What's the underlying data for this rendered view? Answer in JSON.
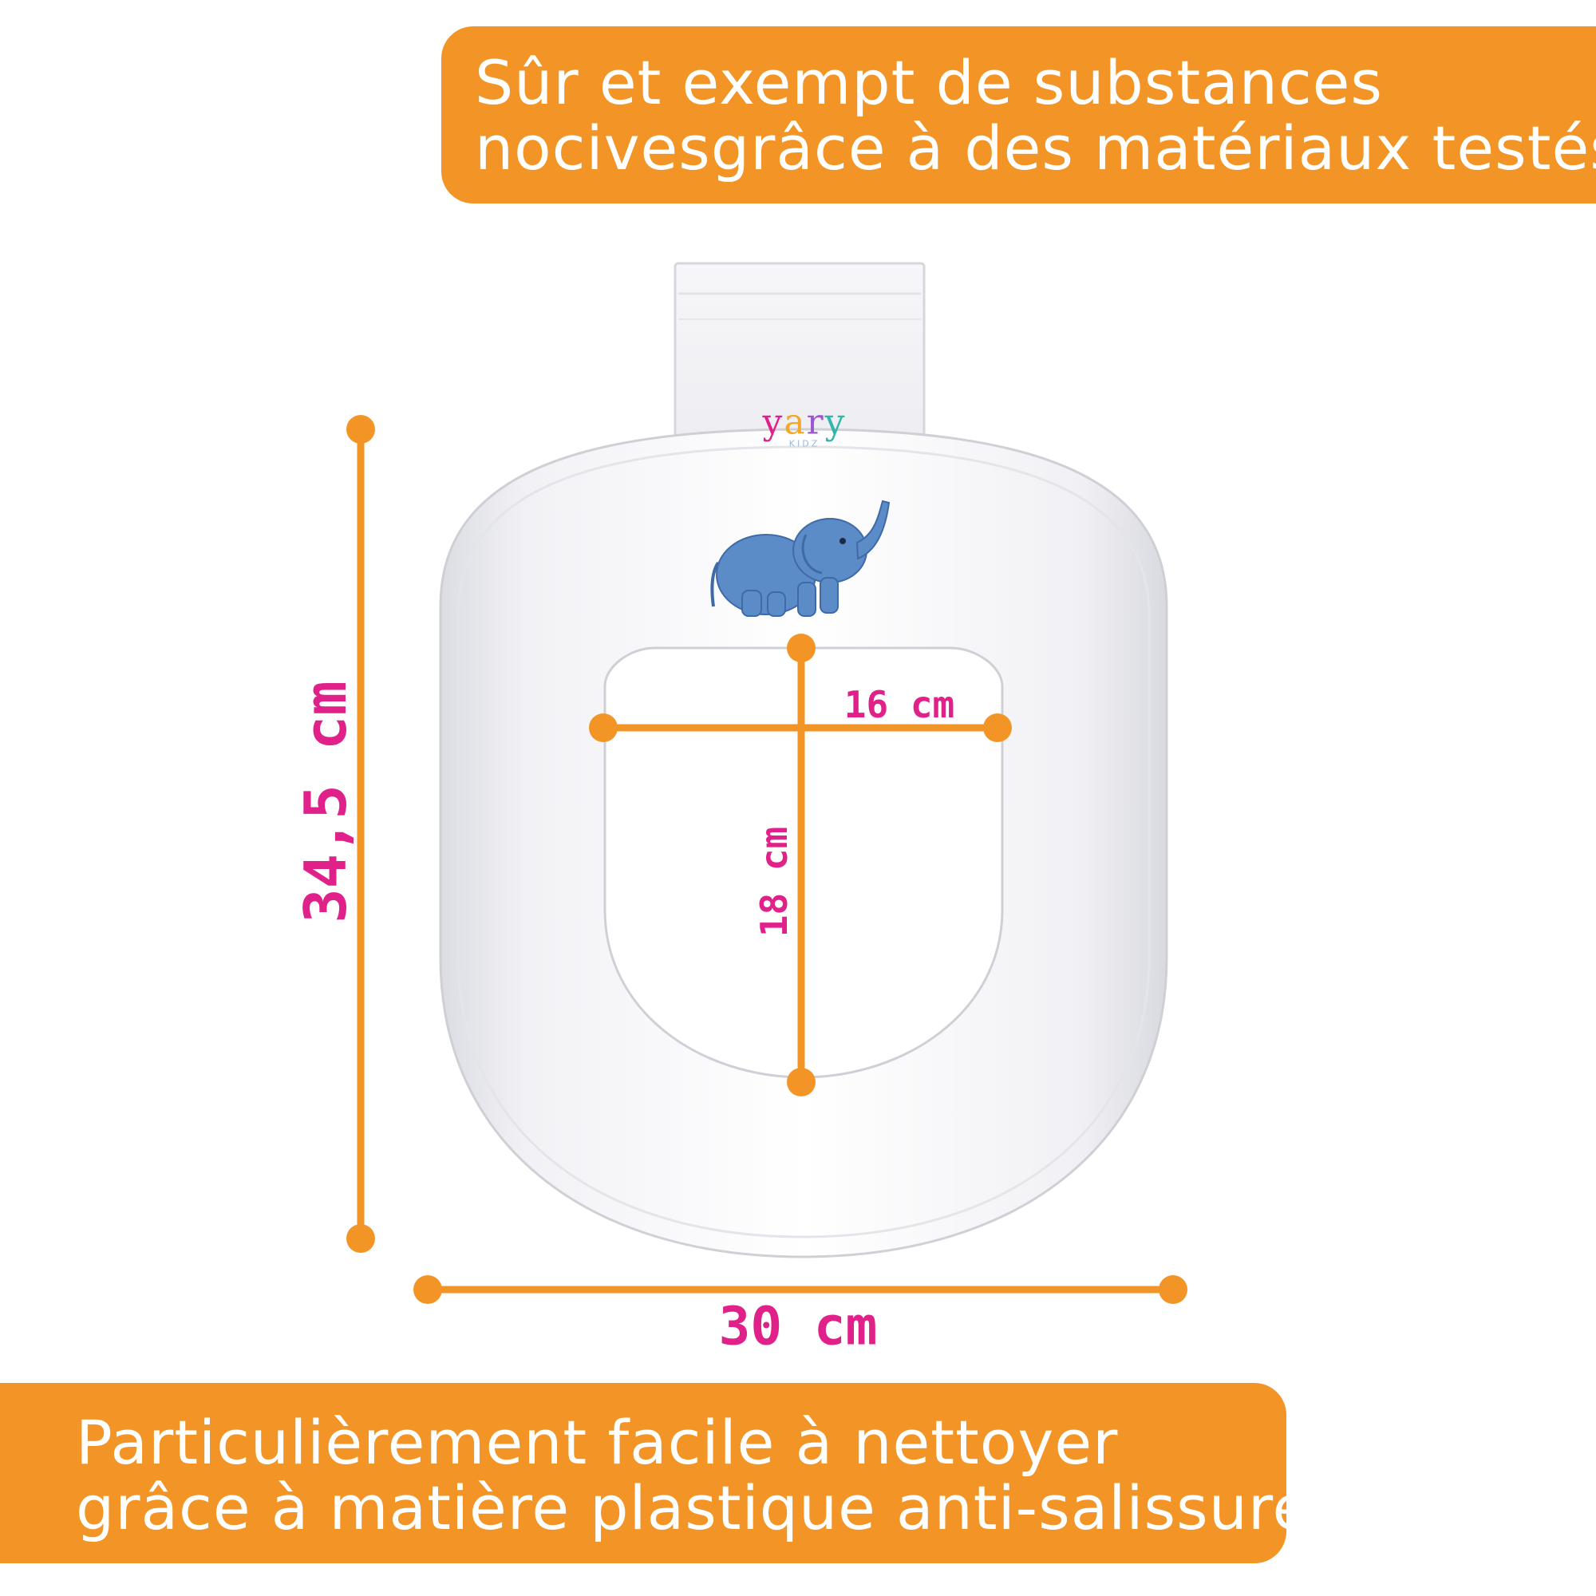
{
  "banners": {
    "top": [
      "Sûr et exempt de substances",
      "nocivesgrâce à des matériaux testés"
    ],
    "bottom": [
      "Particulièrement facile à nettoyer",
      "grâce à matière plastique anti-salissures"
    ]
  },
  "dimensions": {
    "height": "34,5 cm",
    "width": "30 cm",
    "inner_width": "16 cm",
    "inner_length": "18 cm"
  },
  "brand": {
    "letters": [
      "y",
      "a",
      "r",
      "y"
    ],
    "sub": "KIDZ"
  },
  "colors": {
    "accent": "#F39426",
    "dimension_text": "#E0218A",
    "elephant": "#5B8CC8"
  },
  "icons": [
    "elephant-icon"
  ]
}
